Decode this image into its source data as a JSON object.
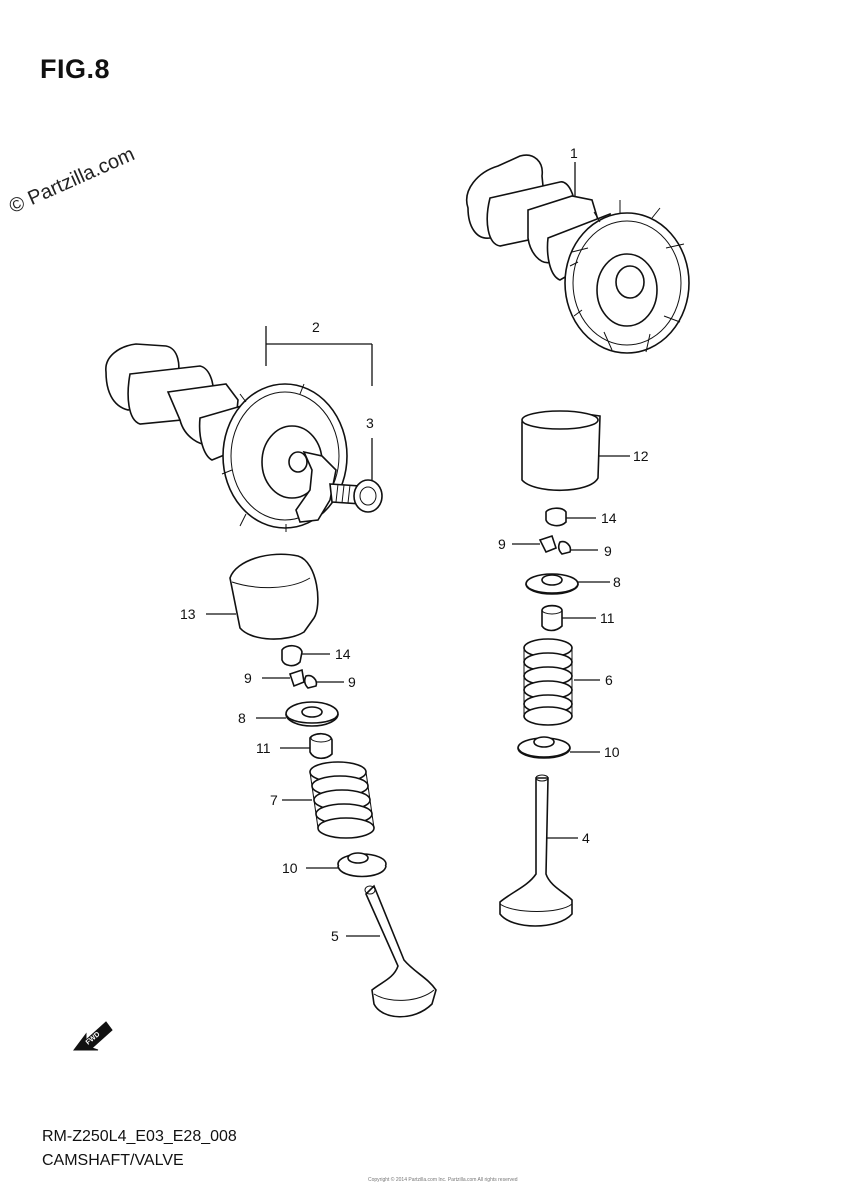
{
  "figure": {
    "title": "FIG.8",
    "watermark": "© Partzilla.com",
    "model_code": "RM-Z250L4_E03_E28_008",
    "section_name": "CAMSHAFT/VALVE",
    "fine_print": "Copyright © 2014 Partzilla.com Inc. Partzilla.com All rights reserved",
    "direction_label": "FWD"
  },
  "callouts": {
    "c1": "1",
    "c2": "2",
    "c3": "3",
    "c4": "4",
    "c5": "5",
    "c6": "6",
    "c7": "7",
    "c8a": "8",
    "c8b": "8",
    "c9a": "9",
    "c9b": "9",
    "c9c": "9",
    "c9d": "9",
    "c10a": "10",
    "c10b": "10",
    "c11a": "11",
    "c11b": "11",
    "c12": "12",
    "c13": "13",
    "c14a": "14",
    "c14b": "14"
  }
}
